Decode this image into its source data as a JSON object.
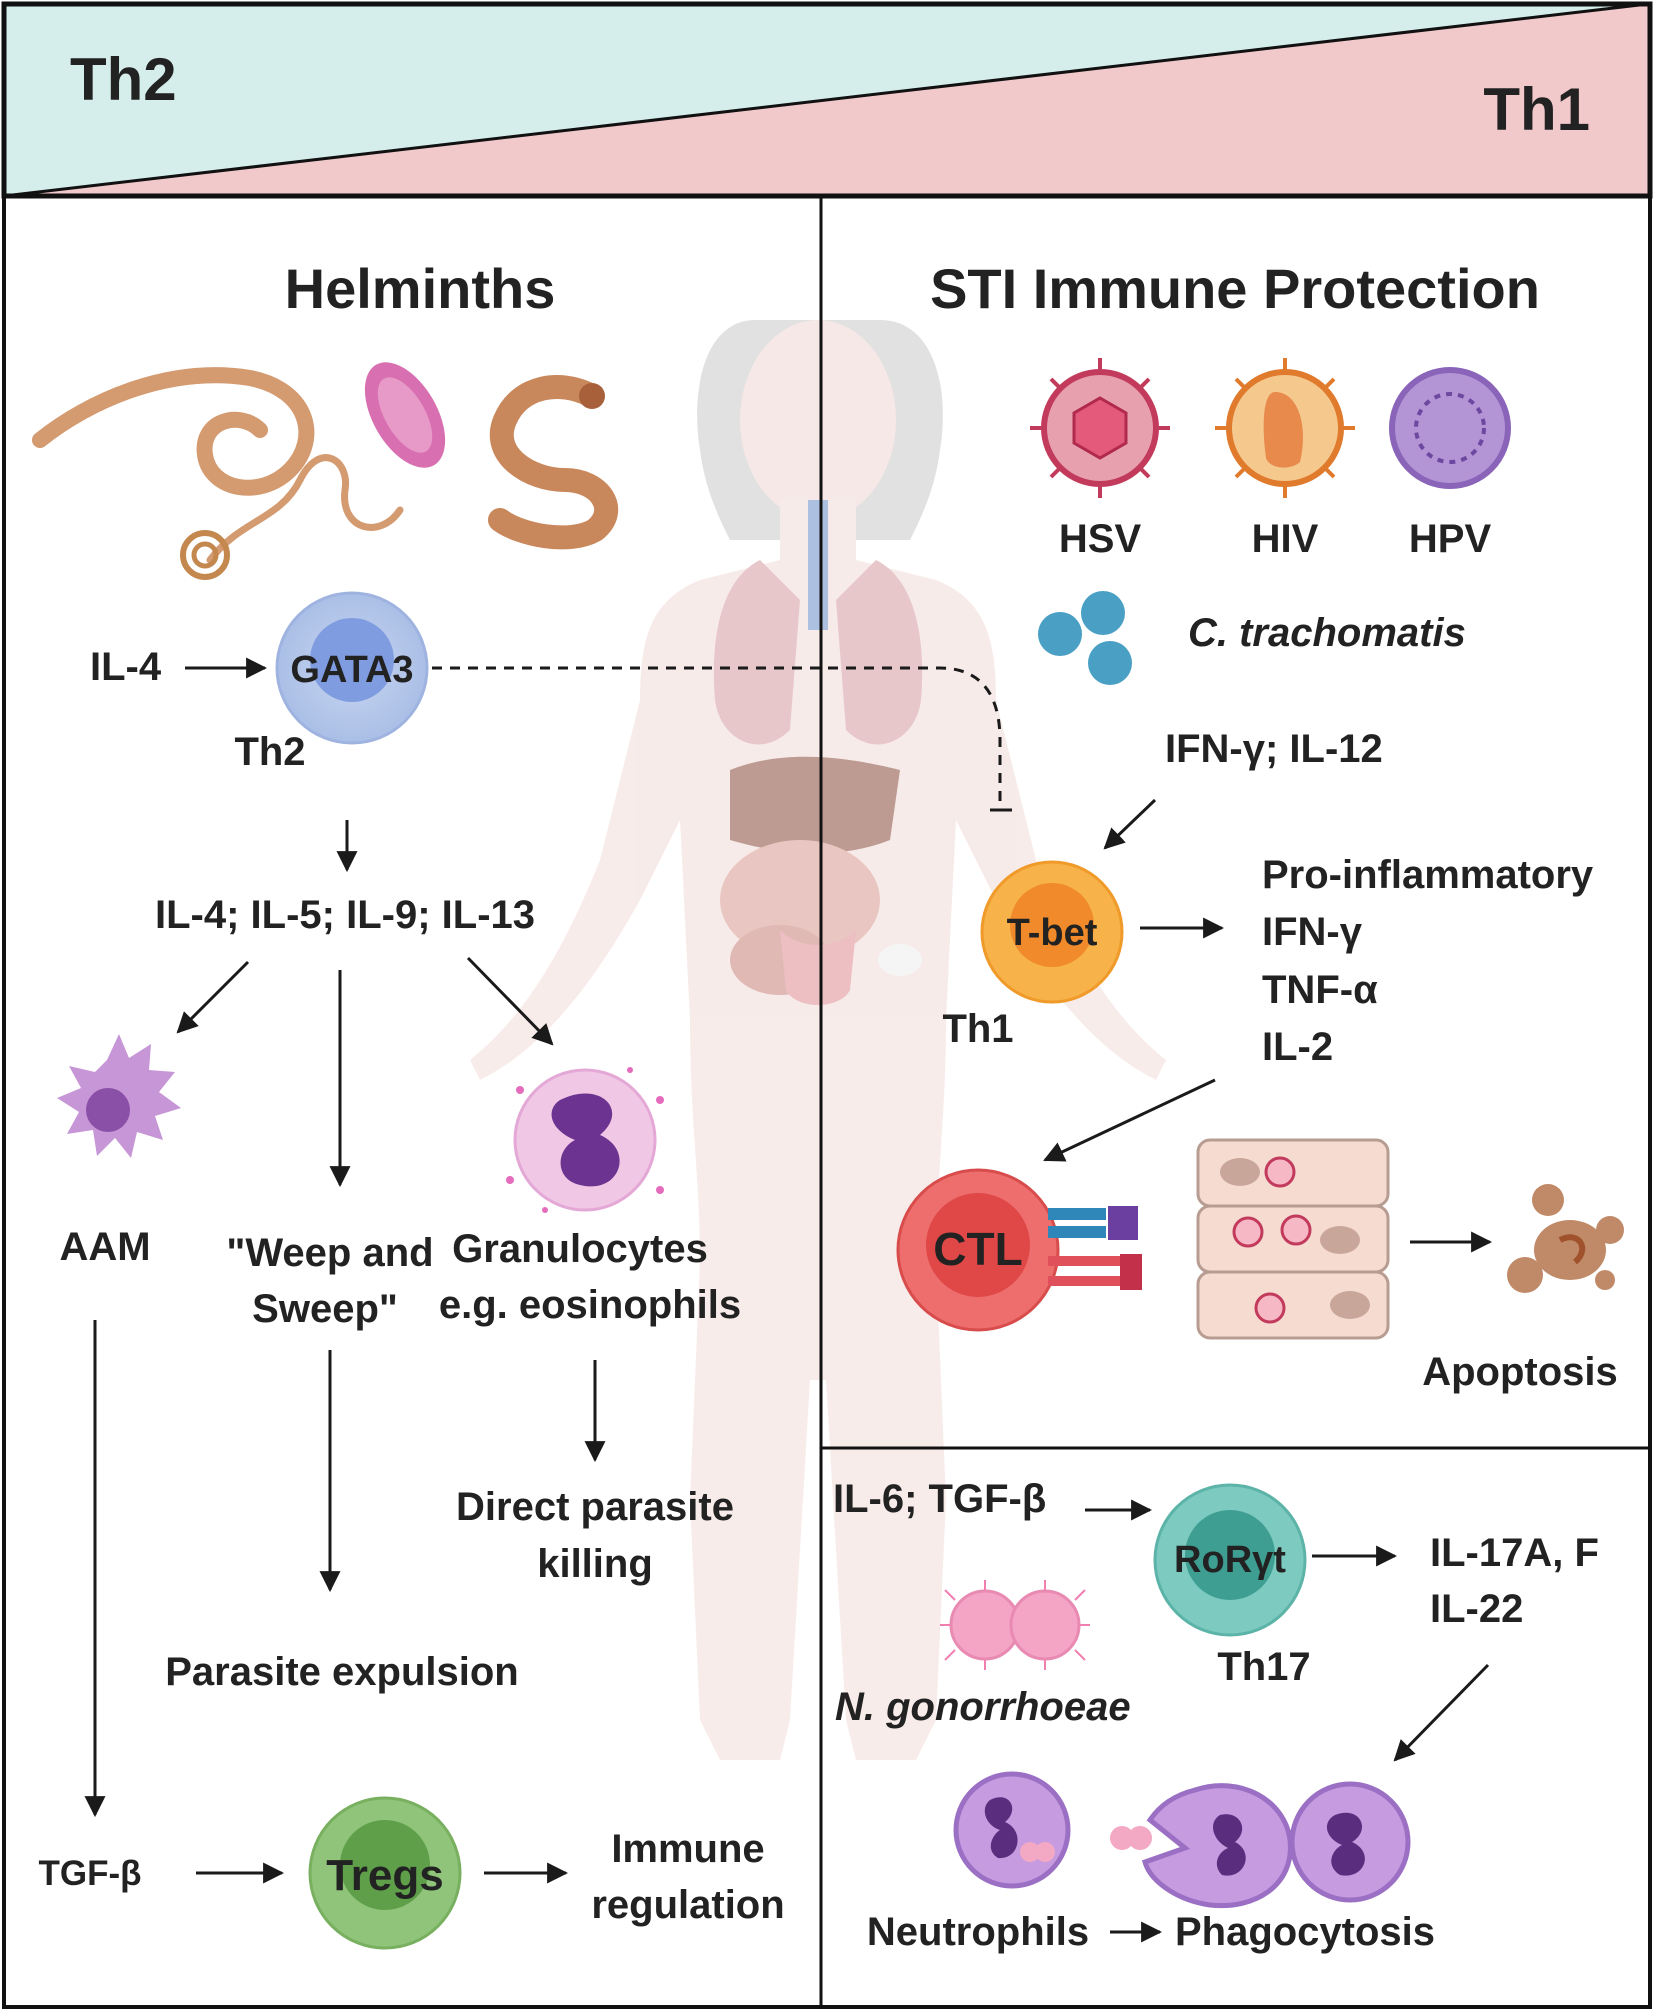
{
  "header": {
    "left_label": "Th2",
    "right_label": "Th1",
    "left_color": "#d5eeec",
    "right_color": "#f2c9cb"
  },
  "helminths": {
    "title": "Helminths",
    "il4": "IL-4",
    "gata3": "GATA3",
    "th2": "Th2",
    "cytokines": "IL-4; IL-5; IL-9; IL-13",
    "aam": "AAM",
    "weep_line1": "\"Weep and",
    "weep_line2": "Sweep\"",
    "gran_line1": "Granulocytes",
    "gran_line2": "e.g. eosinophils",
    "direct_line1": "Direct parasite",
    "direct_line2": "killing",
    "parasite_expulsion": "Parasite expulsion",
    "tgfb": "TGF-β",
    "tregs": "Tregs",
    "immune_line1": "Immune",
    "immune_line2": "regulation"
  },
  "sti": {
    "title": "STI Immune Protection",
    "hsv": "HSV",
    "hiv": "HIV",
    "hpv": "HPV",
    "ctrach": "C. trachomatis",
    "ifng_il12": "IFN-γ; IL-12",
    "tbet": "T-bet",
    "th1": "Th1",
    "proinf": "Pro-inflammatory",
    "ifng": "IFN-γ",
    "tnfa": "TNF-α",
    "il2": "IL-2",
    "ctl": "CTL",
    "apoptosis": "Apoptosis"
  },
  "th17": {
    "il6_tgfb": "IL-6; TGF-β",
    "rorgt": "RoRγt",
    "th17": "Th17",
    "il17": "IL-17A, F",
    "il22": "IL-22",
    "ngon": "N. gonorrhoeae",
    "neutrophils": "Neutrophils",
    "phagocytosis": "Phagocytosis"
  },
  "icons": [
    "roundworm-icon",
    "threadworm-icon",
    "fluke-icon",
    "hookworm-icon",
    "human-body-icon",
    "hsv-virus-icon",
    "hiv-virus-icon",
    "hpv-virus-icon",
    "chlamydia-icon",
    "macrophage-icon",
    "eosinophil-icon",
    "epithelial-cells-icon",
    "apoptotic-cell-icon",
    "gonococcus-icon",
    "neutrophil-icon"
  ]
}
